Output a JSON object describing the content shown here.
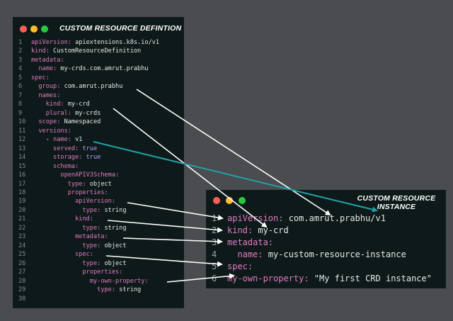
{
  "crd_window": {
    "title": "CUSTOM RESOURCE DEFINTION",
    "lines": [
      {
        "n": "1",
        "indent": "",
        "key": "apiVersion:",
        "val": " apiextensions.k8s.io/v1",
        "vc": "s"
      },
      {
        "n": "2",
        "indent": "",
        "key": "kind:",
        "val": " CustomResourceDefinition",
        "vc": "s"
      },
      {
        "n": "3",
        "indent": "",
        "key": "metadata:",
        "val": "",
        "vc": "s"
      },
      {
        "n": "4",
        "indent": "  ",
        "key": "name:",
        "val": " my-crds.com.amrut.prabhu",
        "vc": "s"
      },
      {
        "n": "5",
        "indent": "",
        "key": "spec:",
        "val": "",
        "vc": "s"
      },
      {
        "n": "6",
        "indent": "  ",
        "key": "group:",
        "val": " com.amrut.prabhu",
        "vc": "s"
      },
      {
        "n": "7",
        "indent": "  ",
        "key": "names:",
        "val": "",
        "vc": "s"
      },
      {
        "n": "8",
        "indent": "    ",
        "key": "kind:",
        "val": " my-crd",
        "vc": "s"
      },
      {
        "n": "9",
        "indent": "    ",
        "key": "plural:",
        "val": " my-crds",
        "vc": "s"
      },
      {
        "n": "10",
        "indent": "  ",
        "key": "scope:",
        "val": " Namespaced",
        "vc": "s"
      },
      {
        "n": "11",
        "indent": "  ",
        "key": "versions:",
        "val": "",
        "vc": "s"
      },
      {
        "n": "12",
        "indent": "    - ",
        "key": "name:",
        "val": " v1",
        "vc": "s"
      },
      {
        "n": "13",
        "indent": "      ",
        "key": "served:",
        "val": " true",
        "vc": "v"
      },
      {
        "n": "14",
        "indent": "      ",
        "key": "storage:",
        "val": " true",
        "vc": "v"
      },
      {
        "n": "15",
        "indent": "      ",
        "key": "schema:",
        "val": "",
        "vc": "s"
      },
      {
        "n": "16",
        "indent": "        ",
        "key": "openAPIV3Schema:",
        "val": "",
        "vc": "s"
      },
      {
        "n": "17",
        "indent": "          ",
        "key": "type:",
        "val": " object",
        "vc": "s"
      },
      {
        "n": "18",
        "indent": "          ",
        "key": "properties:",
        "val": "",
        "vc": "s"
      },
      {
        "n": "19",
        "indent": "            ",
        "key": "apiVersion:",
        "val": "",
        "vc": "s"
      },
      {
        "n": "20",
        "indent": "              ",
        "key": "type:",
        "val": " string",
        "vc": "s"
      },
      {
        "n": "21",
        "indent": "            ",
        "key": "kind:",
        "val": "",
        "vc": "s"
      },
      {
        "n": "22",
        "indent": "              ",
        "key": "type:",
        "val": " string",
        "vc": "s"
      },
      {
        "n": "23",
        "indent": "            ",
        "key": "metadata:",
        "val": "",
        "vc": "s"
      },
      {
        "n": "24",
        "indent": "              ",
        "key": "type:",
        "val": " object",
        "vc": "s"
      },
      {
        "n": "25",
        "indent": "            ",
        "key": "spec:",
        "val": "",
        "vc": "s"
      },
      {
        "n": "26",
        "indent": "              ",
        "key": "type:",
        "val": " object",
        "vc": "s"
      },
      {
        "n": "27",
        "indent": "              ",
        "key": "properties:",
        "val": "",
        "vc": "s"
      },
      {
        "n": "28",
        "indent": "                ",
        "key": "my-own-property:",
        "val": "",
        "vc": "s"
      },
      {
        "n": "29",
        "indent": "                  ",
        "key": "type:",
        "val": " string",
        "vc": "s"
      },
      {
        "n": "30",
        "indent": "",
        "key": "",
        "val": "",
        "vc": "s"
      }
    ]
  },
  "instance_window": {
    "title_line1": "CUSTOM RESOURCE",
    "title_line2": "INSTANCE",
    "lines": [
      {
        "n": "1",
        "indent": "",
        "key": "apiVersion:",
        "val": " com.amrut.prabhu/v1"
      },
      {
        "n": "2",
        "indent": "",
        "key": "kind:",
        "val": " my-crd"
      },
      {
        "n": "3",
        "indent": "",
        "key": "metadata:",
        "val": ""
      },
      {
        "n": "4",
        "indent": "  ",
        "key": "name:",
        "val": " my-custom-resource-instance"
      },
      {
        "n": "5",
        "indent": "",
        "key": "spec:",
        "val": ""
      },
      {
        "n": "6",
        "indent": "",
        "key": "my-own-property:",
        "val": " \"My first CRD instance\""
      }
    ]
  },
  "colors": {
    "background": "#4b4c4f",
    "window": "#0e1a1a",
    "key": "#e07ac0",
    "arrow_white": "#ffffff",
    "arrow_teal": "#21a0a8",
    "dot_red": "#ff5f56",
    "dot_yellow": "#ffbd2e",
    "dot_green": "#27c93f"
  }
}
